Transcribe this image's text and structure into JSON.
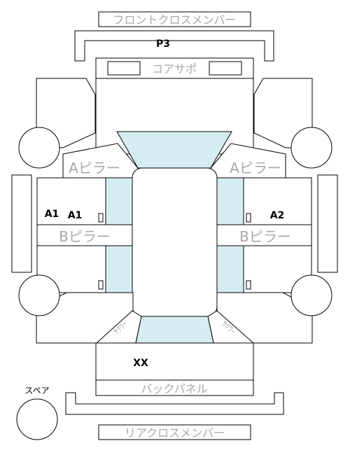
{
  "labels": {
    "front_cross_member": "フロントクロスメンバー",
    "panel_code": "P3",
    "core_support": "コアサポ",
    "a_pillar_left": "Aピラー",
    "a_pillar_right": "Aピラー",
    "b_pillar_left": "Bピラー",
    "b_pillar_right": "Bピラー",
    "left_outer_code": "A1",
    "left_inner_code": "A1",
    "right_inner_code": "A2",
    "rear_code": "XX",
    "back_panel": "バックパネル",
    "rear_cross_member": "リアクロスメンバー",
    "spare": "スペア",
    "curved_left": "ｻｸﾜｰ",
    "curved_right": "ｻｸﾜｰ"
  },
  "colors": {
    "glass": "#d6ecf3",
    "stroke": "#000000",
    "label": "#a8a8a8"
  }
}
